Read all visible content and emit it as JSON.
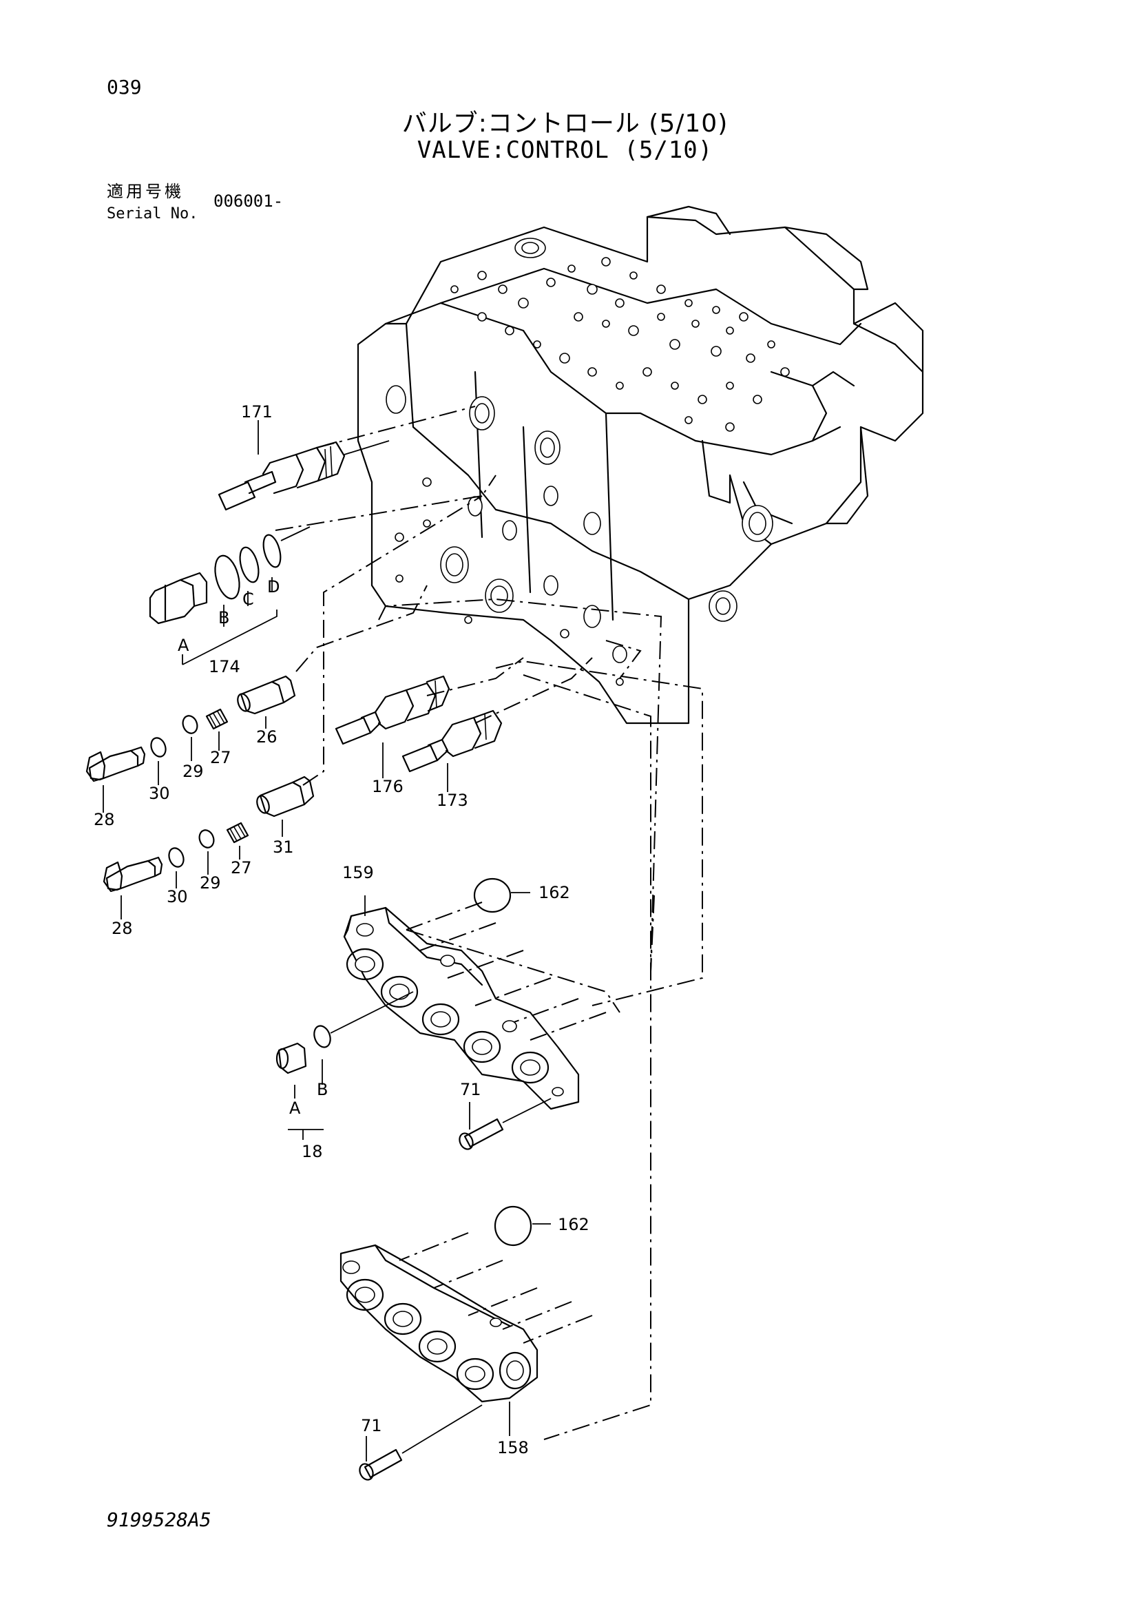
{
  "page": {
    "number": "039",
    "title_jp": "バルブ:コントロール (5/10)",
    "title_en": "VALVE:CONTROL (5/10)",
    "serial_label_jp": "適用号機",
    "serial_label_en": "Serial No.",
    "serial_value": "006001-",
    "drawing_number": "9199528A5"
  },
  "callouts": {
    "c171": "171",
    "c174": "174",
    "c174_a": "A",
    "c174_b": "B",
    "c174_c": "C",
    "c174_d": "D",
    "c26": "26",
    "c27_upper": "27",
    "c29_upper": "29",
    "c30_upper": "30",
    "c28_upper": "28",
    "c176": "176",
    "c173": "173",
    "c31": "31",
    "c27_lower": "27",
    "c29_lower": "29",
    "c30_lower": "30",
    "c28_lower": "28",
    "c159": "159",
    "c162_upper": "162",
    "c18": "18",
    "c18_a": "A",
    "c18_b": "B",
    "c71_upper": "71",
    "c162_lower": "162",
    "c71_lower": "71",
    "c158": "158"
  }
}
